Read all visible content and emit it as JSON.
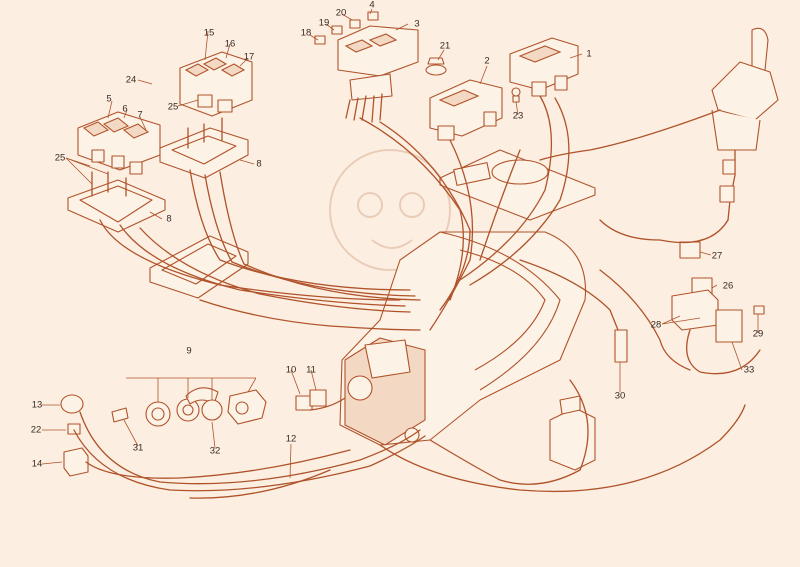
{
  "diagram": {
    "line_color": "#b0532a",
    "background": "#fcefe2",
    "callouts": [
      "1",
      "2",
      "3",
      "4",
      "5",
      "6",
      "7",
      "8",
      "8",
      "9",
      "10",
      "11",
      "12",
      "13",
      "14",
      "15",
      "16",
      "17",
      "18",
      "19",
      "20",
      "21",
      "22",
      "23",
      "24",
      "25",
      "25",
      "26",
      "27",
      "28",
      "29",
      "30",
      "31",
      "32",
      "33"
    ]
  }
}
